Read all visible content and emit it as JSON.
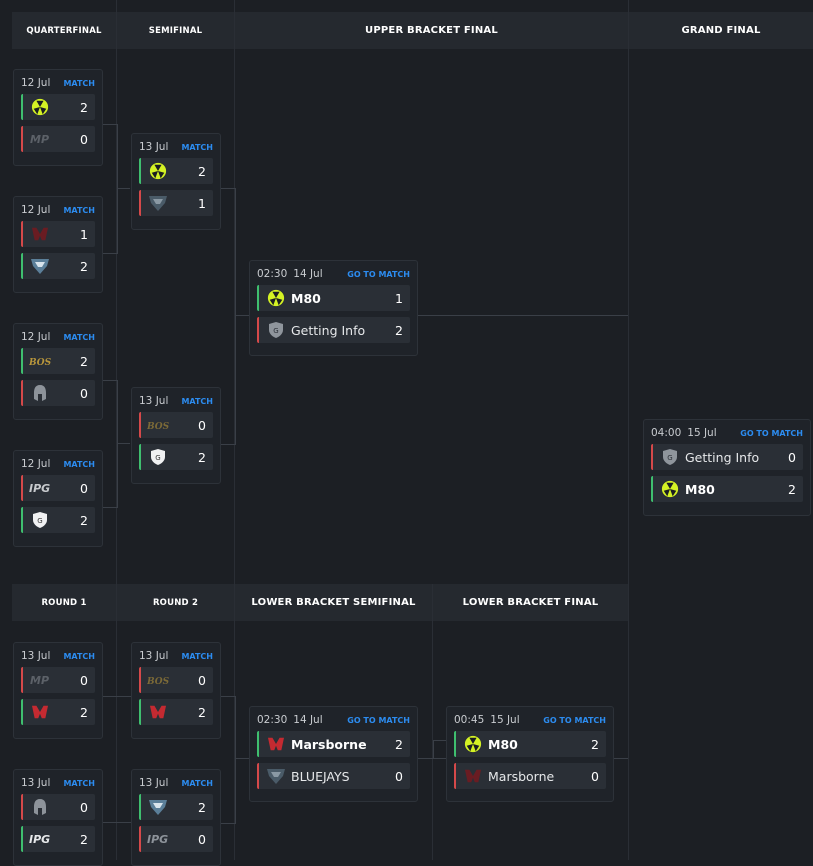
{
  "headers_upper": {
    "quarterfinal": "QUARTERFINAL",
    "semifinal": "SEMIFINAL",
    "upper_final": "UPPER BRACKET FINAL",
    "grand_final": "GRAND FINAL"
  },
  "headers_lower": {
    "round1": "ROUND 1",
    "round2": "ROUND 2",
    "lower_semifinal": "LOWER BRACKET SEMIFINAL",
    "lower_final": "LOWER BRACKET FINAL"
  },
  "colors": {
    "win": "#3fbf6f",
    "lose": "#d5494a",
    "link": "#2c8cf0",
    "m80": "#d4f224"
  },
  "matches": {
    "qf1": {
      "date": "12 Jul",
      "link": "MATCH",
      "teams": [
        {
          "logo": "m80-logo-icon",
          "score": "2"
        },
        {
          "logo": "mp-logo-icon",
          "score": "0"
        }
      ]
    },
    "qf2": {
      "date": "12 Jul",
      "link": "MATCH",
      "teams": [
        {
          "logo": "marsborne-logo-icon",
          "score": "1"
        },
        {
          "logo": "bluejays-logo-icon",
          "score": "2"
        }
      ]
    },
    "qf3": {
      "date": "12 Jul",
      "link": "MATCH",
      "teams": [
        {
          "logo": "boss-logo-icon",
          "score": "2"
        },
        {
          "logo": "spartan-helmet-logo-icon",
          "score": "0"
        }
      ]
    },
    "qf4": {
      "date": "12 Jul",
      "link": "MATCH",
      "teams": [
        {
          "logo": "ipg-logo-icon",
          "score": "0"
        },
        {
          "logo": "getting-info-shield-icon",
          "score": "2"
        }
      ]
    },
    "sf1": {
      "date": "13 Jul",
      "link": "MATCH",
      "teams": [
        {
          "logo": "m80-logo-icon",
          "score": "2"
        },
        {
          "logo": "bluejays-logo-icon",
          "score": "1"
        }
      ]
    },
    "sf2": {
      "date": "13 Jul",
      "link": "MATCH",
      "teams": [
        {
          "logo": "boss-logo-icon",
          "score": "0"
        },
        {
          "logo": "getting-info-shield-icon",
          "score": "2"
        }
      ]
    },
    "ubf": {
      "time": "02:30",
      "date": "14 Jul",
      "link": "GO TO MATCH",
      "teams": [
        {
          "logo": "m80-logo-icon",
          "name": "M80",
          "score": "1"
        },
        {
          "logo": "getting-info-shield-icon",
          "name": "Getting Info",
          "score": "2"
        }
      ]
    },
    "gf": {
      "time": "04:00",
      "date": "15 Jul",
      "link": "GO TO MATCH",
      "teams": [
        {
          "logo": "getting-info-shield-icon",
          "name": "Getting Info",
          "score": "0"
        },
        {
          "logo": "m80-logo-icon",
          "name": "M80",
          "score": "2"
        }
      ]
    },
    "lr1a": {
      "date": "13 Jul",
      "link": "MATCH",
      "teams": [
        {
          "logo": "mp-logo-icon",
          "score": "0"
        },
        {
          "logo": "marsborne-logo-icon",
          "score": "2"
        }
      ]
    },
    "lr1b": {
      "date": "13 Jul",
      "link": "MATCH",
      "teams": [
        {
          "logo": "spartan-helmet-logo-icon",
          "score": "0"
        },
        {
          "logo": "ipg-logo-icon",
          "score": "2"
        }
      ]
    },
    "lr2a": {
      "date": "13 Jul",
      "link": "MATCH",
      "teams": [
        {
          "logo": "boss-logo-icon",
          "score": "0"
        },
        {
          "logo": "marsborne-logo-icon",
          "score": "2"
        }
      ]
    },
    "lr2b": {
      "date": "13 Jul",
      "link": "MATCH",
      "teams": [
        {
          "logo": "bluejays-logo-icon",
          "score": "2"
        },
        {
          "logo": "ipg-logo-icon",
          "score": "0"
        }
      ]
    },
    "lbsf": {
      "time": "02:30",
      "date": "14 Jul",
      "link": "GO TO MATCH",
      "teams": [
        {
          "logo": "marsborne-logo-icon",
          "name": "Marsborne",
          "score": "2"
        },
        {
          "logo": "bluejays-logo-icon",
          "name": "BLUEJAYS",
          "score": "0"
        }
      ]
    },
    "lbf": {
      "time": "00:45",
      "date": "15 Jul",
      "link": "GO TO MATCH",
      "teams": [
        {
          "logo": "m80-logo-icon",
          "name": "M80",
          "score": "2"
        },
        {
          "logo": "marsborne-logo-icon",
          "name": "Marsborne",
          "score": "0"
        }
      ]
    }
  }
}
